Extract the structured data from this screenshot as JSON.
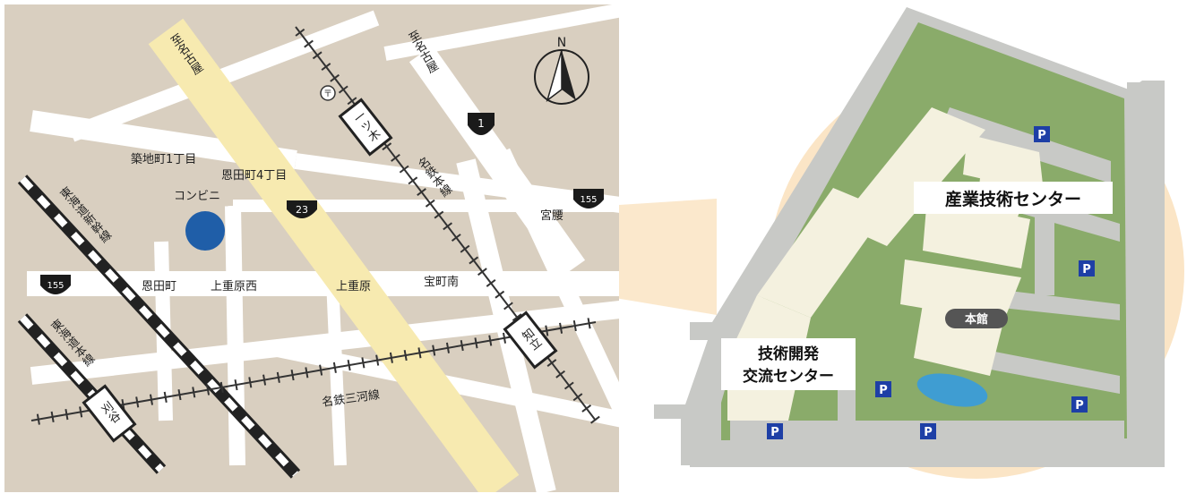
{
  "colors": {
    "land": "#d9cfc0",
    "road": "#ffffff",
    "highway": "#f7eab0",
    "campus_green": "#8aab6a",
    "campus_road": "#c8c9c6",
    "building": "#f4f1df",
    "spotlight": "#fbe5c6",
    "marker": "#1f5ea8",
    "parking": "#1e3fa6",
    "pond": "#3f9dd2",
    "label_dark": "#555555"
  },
  "compass": {
    "label": "N"
  },
  "area_map": {
    "towards_nagoya_1": "至名古屋",
    "towards_nagoya_2": "至名古屋",
    "station_hitotsugi": "一ツ木",
    "station_chiryu": "知立",
    "station_ushiyama": "刈谷",
    "line_meitetsu_main": "名鉄本線",
    "line_meitetsu_mikawa": "名鉄三河線",
    "line_shinkansen": "東海道新幹線",
    "line_tokaido": "東海道本線",
    "route_1": "1",
    "route_23": "23",
    "route_155a": "155",
    "route_155b": "155",
    "tsukiji_1": "築地町1丁目",
    "onda_4": "恩田町4丁目",
    "convenience": "コンビニ",
    "miyakoshi": "宮腰",
    "ondacho": "恩田町",
    "kamishigehara_nishi": "上重原西",
    "kamishigehara": "上重原",
    "takaramachi_minami": "宝町南",
    "circle_symbol": "〒"
  },
  "campus_map": {
    "industrial_center": "産業技術センター",
    "main_building": "本館",
    "dev_center_line1": "技術開発",
    "dev_center_line2": "交流センター",
    "parking_label": "P"
  }
}
